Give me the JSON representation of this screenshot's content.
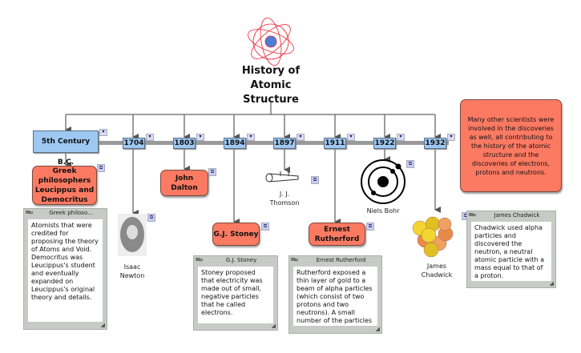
{
  "title": "History of Atomic Structure",
  "title_lines": [
    "History of",
    "Atomic",
    "Structure"
  ],
  "colors": {
    "concept_fill": "#fd7a62",
    "date_fill": "#9ec8f2",
    "note_frame": "#c7cbc5",
    "timeline": "#999999"
  },
  "timeline": {
    "start": "5th Century B.C.",
    "years": [
      "1704",
      "1803",
      "1894",
      "1897",
      "1911",
      "1922",
      "1932"
    ]
  },
  "concepts": {
    "greek": "Greek philosophers Leucippus and Democritus",
    "dalton": "John Dalton",
    "stoney": "G.J. Stoney",
    "rutherford": "Ernest Rutherford",
    "info": "Many other scientists were involved in the discoveries as well, all contributing to the history of the atomic structure and the discoveries of electrons, protons and neutrons."
  },
  "image_labels": {
    "newton": "Isaac Newton",
    "thomson": "J. J. Thomson",
    "bohr": "Niels Bohr",
    "chadwick": "James Chadwick"
  },
  "images": {
    "logo": "atom-icon",
    "newton": "portrait",
    "thomson": "cathode-ray-tube",
    "bohr": "bohr-model",
    "chadwick": "nucleus"
  },
  "notes": {
    "greek": {
      "title": "Greek philoso...",
      "text": "Atomists that were credited for proposing the theory of Atoms and Void. Democritus was Leucippus's student and eventually expanded on Leucippus's original theory and details."
    },
    "stoney": {
      "title": "G.J. Stoney",
      "text": "Stoney proposed that electricity was made out of small, negative particles that he called electrons."
    },
    "rutherford": {
      "title": "Ernest Rutherford",
      "text": "Rutherford exposed a thin layer of gold to a beam of alpha particles (which consist of two protons and two neutrons). A small number of the particles"
    },
    "chadwick": {
      "title": "James Chadwick",
      "text": "Chadwick used alpha particles and discovered the neutron, a neutral atomic particle with a mass equal to that of a proton."
    }
  },
  "icons": {
    "menu": "▾",
    "link": "⧉",
    "close": "⊠",
    "expand": "⧅",
    "grip": "◢"
  }
}
